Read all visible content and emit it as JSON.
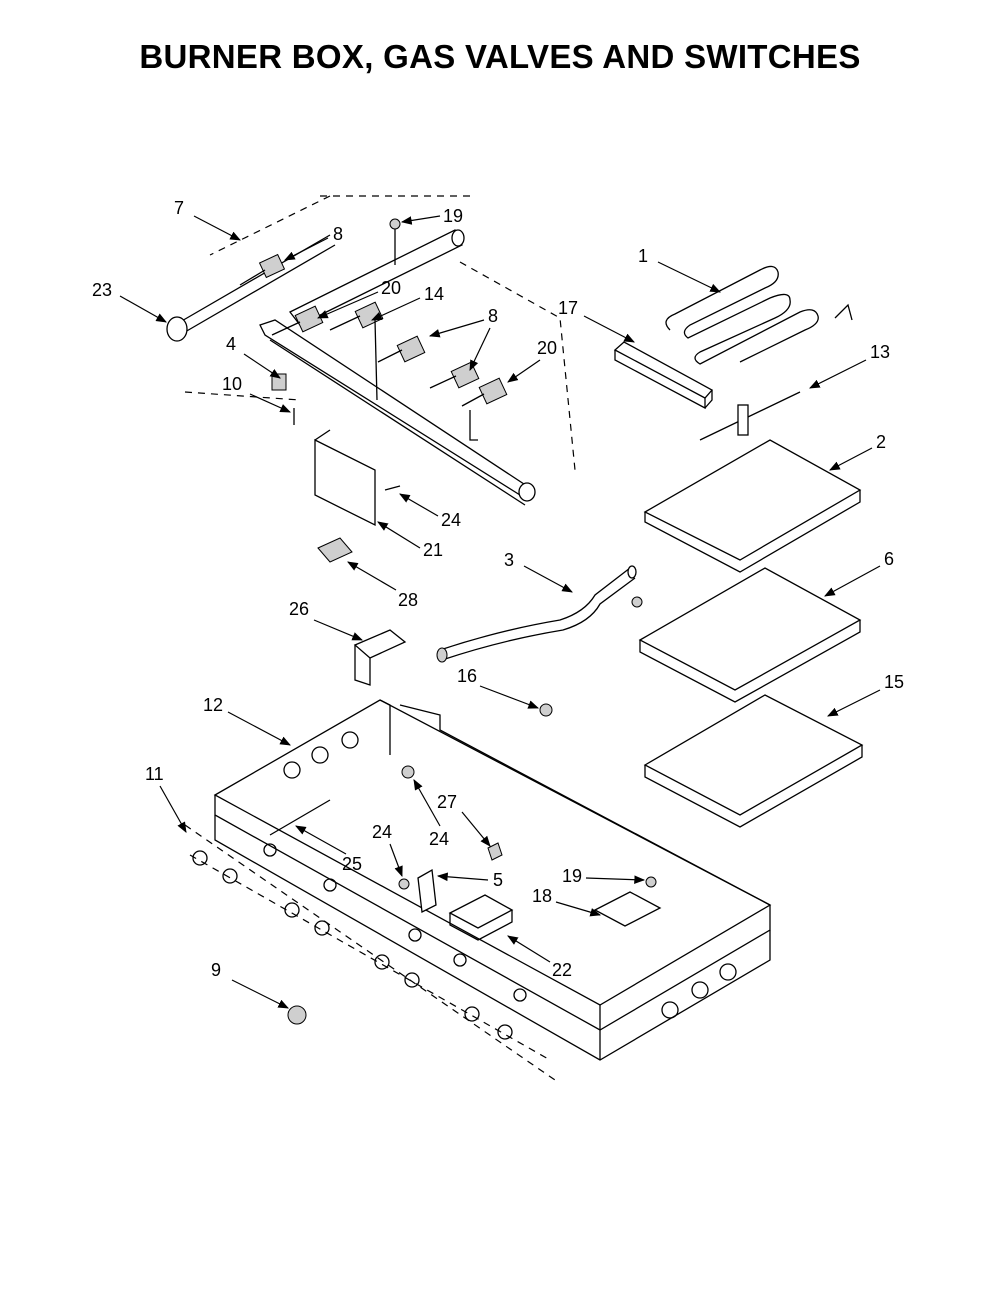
{
  "title": "BURNER BOX, GAS VALVES AND SWITCHES",
  "callouts": [
    "1",
    "2",
    "3",
    "4",
    "5",
    "6",
    "7",
    "8",
    "8",
    "9",
    "10",
    "11",
    "12",
    "13",
    "14",
    "15",
    "16",
    "17",
    "18",
    "19",
    "19",
    "20",
    "20",
    "21",
    "22",
    "23",
    "24",
    "24",
    "24",
    "25",
    "26",
    "27",
    "28"
  ]
}
